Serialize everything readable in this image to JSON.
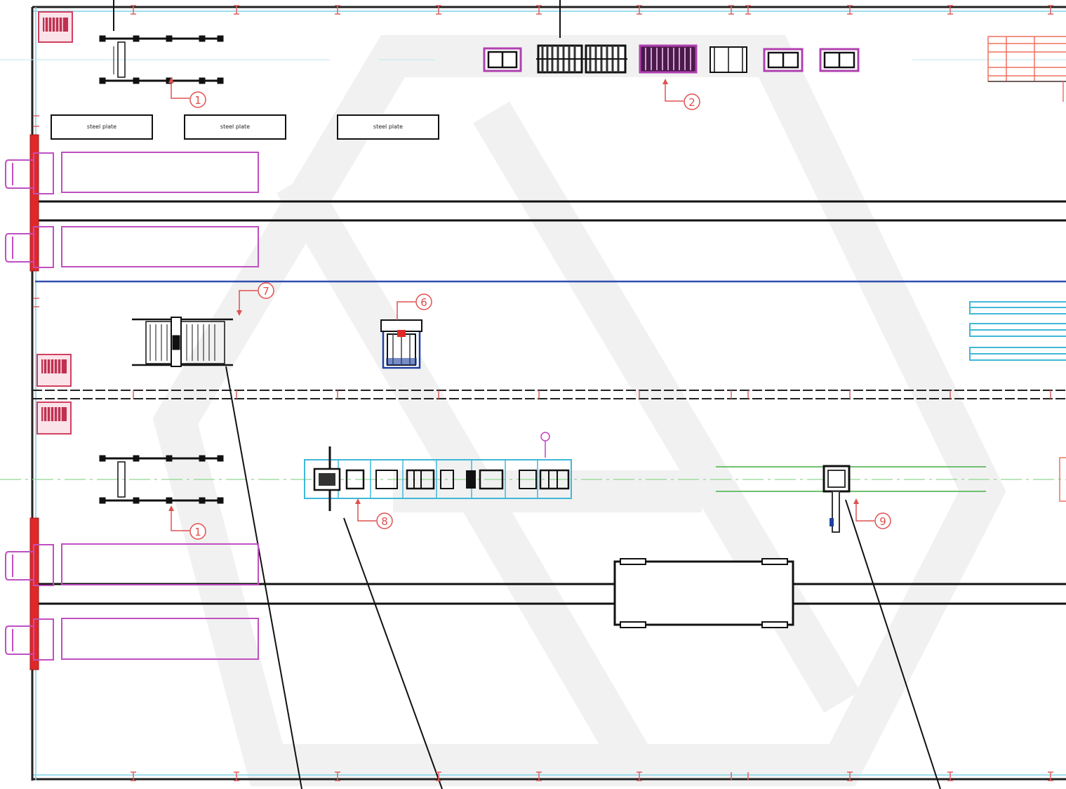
{
  "plates": {
    "label_1": "steel plate",
    "label_2": "steel plate",
    "label_3": "steel plate"
  },
  "callouts": {
    "c1_top": "1",
    "c2": "2",
    "c6": "6",
    "c7": "7",
    "c1_bottom": "1",
    "c8": "8",
    "c9": "9"
  },
  "colors": {
    "wall": "#222222",
    "cyan_line": "#7fd4e8",
    "magenta": "#c050c0",
    "red": "#e02828",
    "callout": "#e05050",
    "blue_line": "#3050b0",
    "green_line": "#70c070",
    "cyan_machine": "#40b8d8",
    "watermark": "#f1f1f1"
  }
}
